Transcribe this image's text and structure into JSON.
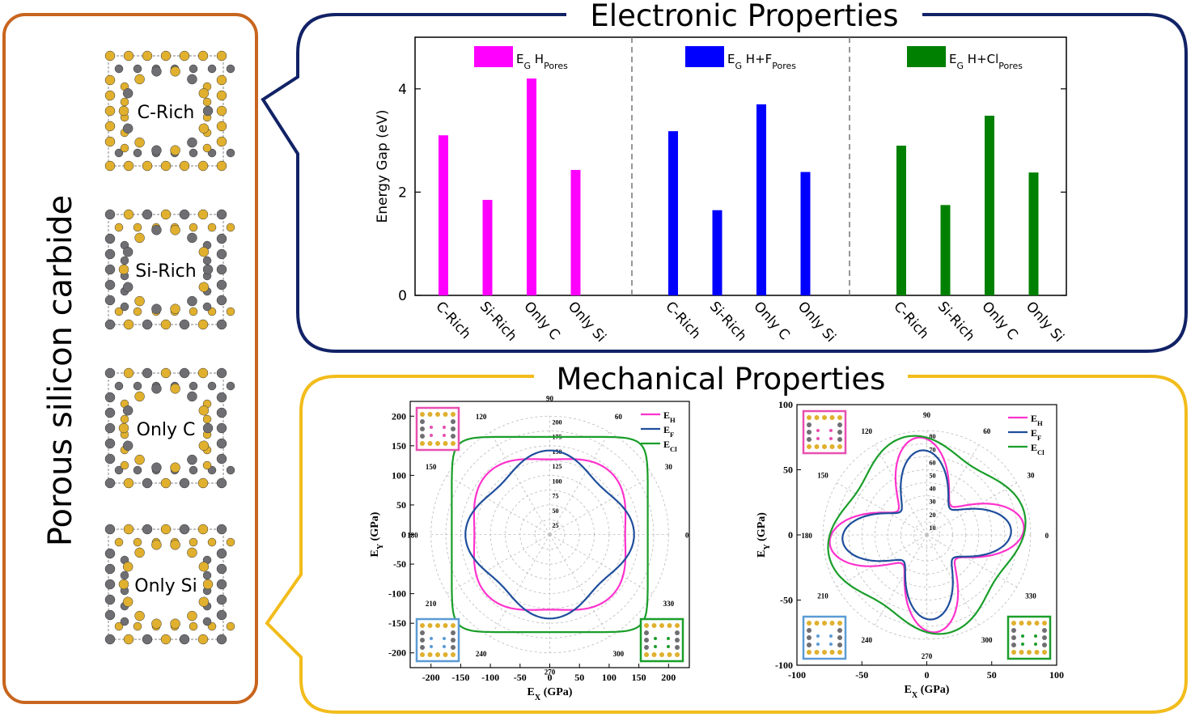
{
  "left_panel": {
    "title": "Porous silicon carbide",
    "structures": [
      "C-Rich",
      "Si-Rich",
      "Only C",
      "Only Si"
    ]
  },
  "electronic": {
    "title": "Electronic Properties",
    "chart_data": {
      "type": "bar",
      "ylabel": "Energy Gap (eV)",
      "ylim": [
        0,
        5
      ],
      "yticks": [
        0,
        2,
        4
      ],
      "groups": [
        {
          "name": "E_G H_Pores",
          "legend": {
            "main": "E",
            "sub1": "G",
            "mid": " H",
            "sub2": "Pores"
          },
          "color": "#ff00ff",
          "categories": [
            "C-Rich",
            "Si-Rich",
            "Only C",
            "Only Si"
          ],
          "values": [
            3.1,
            1.85,
            4.2,
            2.43
          ]
        },
        {
          "name": "E_G H+F_Pores",
          "legend": {
            "main": "E",
            "sub1": "G",
            "mid": " H+F",
            "sub2": "Pores"
          },
          "color": "#0000ff",
          "categories": [
            "C-Rich",
            "Si-Rich",
            "Only C",
            "Only Si"
          ],
          "values": [
            3.18,
            1.65,
            3.7,
            2.39
          ]
        },
        {
          "name": "E_G H+Cl_Pores",
          "legend": {
            "main": "E",
            "sub1": "G",
            "mid": " H+Cl",
            "sub2": "Pores"
          },
          "color": "#008000",
          "categories": [
            "C-Rich",
            "Si-Rich",
            "Only C",
            "Only Si"
          ],
          "values": [
            2.9,
            1.75,
            3.48,
            2.38
          ]
        }
      ]
    }
  },
  "mechanical": {
    "title": "Mechanical Properties",
    "chart_data": [
      {
        "type": "polar",
        "xlabel": "E",
        "xlabel_sub": "X",
        "xlabel_unit": " (GPa)",
        "ylabel": "E",
        "ylabel_sub": "Y",
        "ylabel_unit": " (GPa)",
        "xlim": [
          -235,
          235
        ],
        "ylim": [
          -225,
          225
        ],
        "xticks": [
          -200,
          -150,
          -100,
          -50,
          0,
          50,
          100,
          150,
          200
        ],
        "yticks": [
          -200,
          -150,
          -100,
          -50,
          0,
          50,
          100,
          150,
          200
        ],
        "radial_ticks": [
          25,
          50,
          75,
          100,
          125,
          150,
          175,
          200
        ],
        "angle_ticks": [
          0,
          30,
          60,
          90,
          120,
          150,
          180,
          210,
          240,
          270,
          300,
          330
        ],
        "legend": [
          {
            "main": "E",
            "sub": "H",
            "color": "#ff33cc"
          },
          {
            "main": "E",
            "sub": "F",
            "color": "#1f4e9c"
          },
          {
            "main": "E",
            "sub": "Cl",
            "color": "#1a9e2a"
          }
        ],
        "series": [
          {
            "name": "E_H",
            "color": "#ff33cc",
            "model": {
              "base": 137,
              "amp": 10,
              "n": 4,
              "phase": 45,
              "p": 2
            }
          },
          {
            "name": "E_F",
            "color": "#1f4e9c",
            "model": {
              "base": 130,
              "amp": 12,
              "n": 4,
              "phase": 0,
              "p": 2
            }
          },
          {
            "name": "E_Cl",
            "color": "#1a9e2a",
            "model": {
              "base": 165,
              "amp": 0,
              "n": 4,
              "phase": 0,
              "p": 9
            }
          }
        ]
      },
      {
        "type": "polar",
        "xlabel": "E",
        "xlabel_sub": "X",
        "xlabel_unit": " (GPa)",
        "ylabel": "E",
        "ylabel_sub": "Y",
        "ylabel_unit": " (GPa)",
        "xlim": [
          -100,
          100
        ],
        "ylim": [
          -100,
          100
        ],
        "xticks": [
          -100,
          -50,
          0,
          50,
          100
        ],
        "yticks": [
          -100,
          -50,
          0,
          50,
          100
        ],
        "radial_ticks": [
          10,
          20,
          30,
          40,
          50,
          60,
          70,
          80
        ],
        "angle_ticks": [
          0,
          30,
          60,
          90,
          120,
          150,
          180,
          210,
          240,
          270,
          300,
          330
        ],
        "legend": [
          {
            "main": "E",
            "sub": "H",
            "color": "#ff33cc"
          },
          {
            "main": "E",
            "sub": "F",
            "color": "#1f4e9c"
          },
          {
            "main": "E",
            "sub": "Cl",
            "color": "#1a9e2a"
          }
        ],
        "series": [
          {
            "name": "E_H",
            "color": "#ff33cc",
            "model": {
              "base": 52,
              "amp": 23,
              "n": 4,
              "phase": 5,
              "p": 2
            }
          },
          {
            "name": "E_F",
            "color": "#1f4e9c",
            "model": {
              "base": 46,
              "amp": 19,
              "n": 4,
              "phase": 3,
              "p": 2
            }
          },
          {
            "name": "E_Cl",
            "color": "#1a9e2a",
            "model": {
              "base": 70,
              "amp": 7,
              "n": 4,
              "phase": 12,
              "p": 2
            }
          }
        ]
      }
    ]
  },
  "colors": {
    "left_border": "#c8651e",
    "electronic_border": "#112266",
    "mechanical_border": "#f2bc1b",
    "si_atom": "#e0b02e",
    "c_atom": "#6f6f73",
    "h_inset": "#e84fb0",
    "hf_inset": "#5b9bd5",
    "hcl_inset": "#1a9e2a"
  }
}
